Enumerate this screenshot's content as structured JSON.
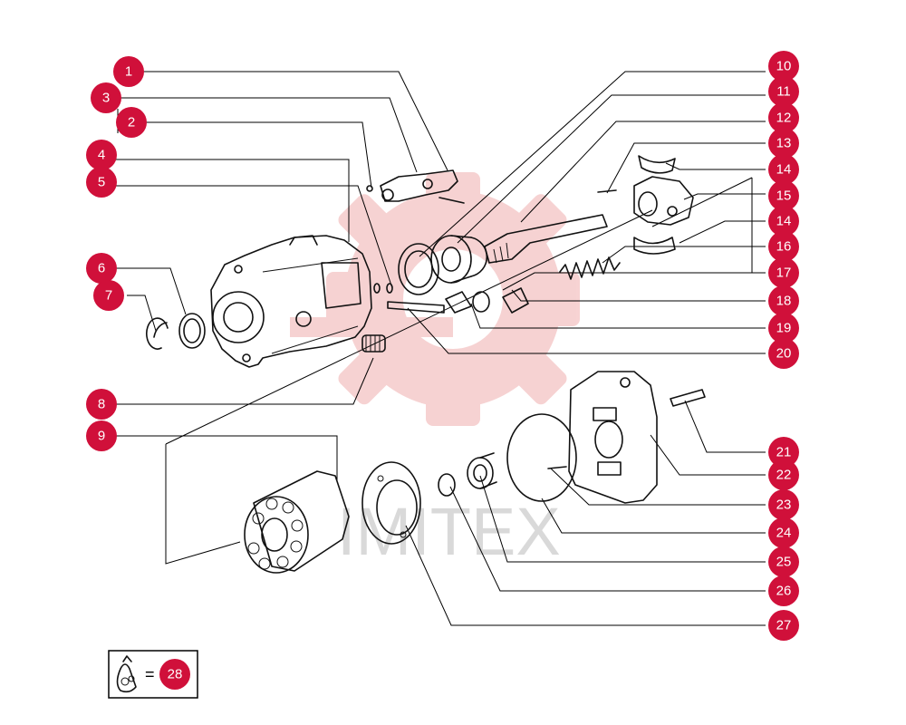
{
  "diagram": {
    "watermark_text": "IMITEX",
    "colors": {
      "marker": "#d0103a",
      "marker_text": "#ffffff",
      "line": "#000000",
      "watermark": "#f4c4c4"
    },
    "markers": [
      {
        "id": "m1",
        "label": "1"
      },
      {
        "id": "m3",
        "label": "3"
      },
      {
        "id": "m2",
        "label": "2"
      },
      {
        "id": "m4",
        "label": "4"
      },
      {
        "id": "m5",
        "label": "5"
      },
      {
        "id": "m6",
        "label": "6"
      },
      {
        "id": "m7",
        "label": "7"
      },
      {
        "id": "m8",
        "label": "8"
      },
      {
        "id": "m9",
        "label": "9"
      },
      {
        "id": "m10",
        "label": "10"
      },
      {
        "id": "m11",
        "label": "11"
      },
      {
        "id": "m12",
        "label": "12"
      },
      {
        "id": "m13",
        "label": "13"
      },
      {
        "id": "m14a",
        "label": "14"
      },
      {
        "id": "m15",
        "label": "15"
      },
      {
        "id": "m14b",
        "label": "14"
      },
      {
        "id": "m16",
        "label": "16"
      },
      {
        "id": "m17",
        "label": "17"
      },
      {
        "id": "m18",
        "label": "18"
      },
      {
        "id": "m19",
        "label": "19"
      },
      {
        "id": "m20",
        "label": "20"
      },
      {
        "id": "m21",
        "label": "21"
      },
      {
        "id": "m22",
        "label": "22"
      },
      {
        "id": "m23",
        "label": "23"
      },
      {
        "id": "m24",
        "label": "24"
      },
      {
        "id": "m25",
        "label": "25"
      },
      {
        "id": "m26",
        "label": "26"
      },
      {
        "id": "m27",
        "label": "27"
      }
    ],
    "kit": {
      "equals": "=",
      "label": "28",
      "icon": "seal-kit-bag-icon"
    }
  }
}
